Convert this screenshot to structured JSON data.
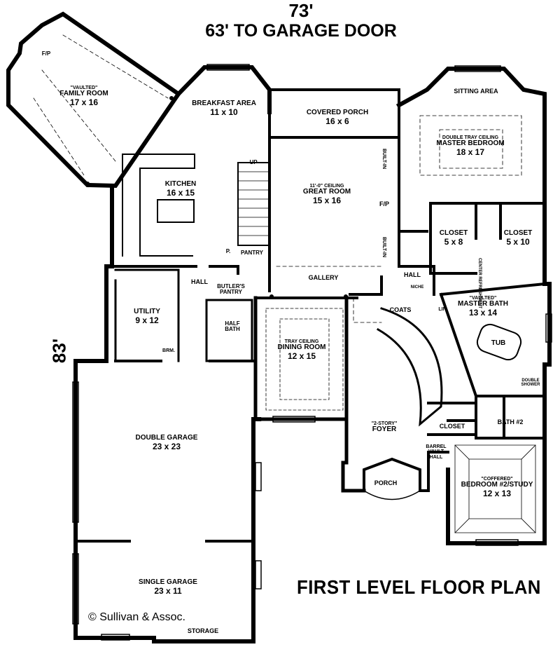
{
  "dimensions": {
    "overall_width": "73'",
    "garage_door_width": "63' TO GARAGE DOOR",
    "overall_depth": "83'"
  },
  "title": "FIRST LEVEL FLOOR PLAN",
  "copyright": "© Sullivan & Assoc.",
  "rooms": {
    "family_room": {
      "note": "\"VAULTED\"",
      "name": "FAMILY ROOM",
      "size": "17 x 16"
    },
    "fireplace_family": {
      "name": "F/P"
    },
    "breakfast": {
      "name": "BREAKFAST AREA",
      "size": "11 x 10"
    },
    "covered_porch": {
      "name": "COVERED PORCH",
      "size": "16 x 6"
    },
    "sitting_area": {
      "name": "SITTING AREA"
    },
    "master_bedroom": {
      "note": "DOUBLE TRAY CEILING",
      "name": "MASTER BEDROOM",
      "size": "18 x 17"
    },
    "kitchen": {
      "name": "KITCHEN",
      "size": "16 x 15"
    },
    "great_room": {
      "note": "11'-0\" CEILING",
      "name": "GREAT ROOM",
      "size": "15 x 16"
    },
    "fireplace_great": {
      "name": "F/P"
    },
    "closet_1": {
      "name": "CLOSET",
      "size": "5 x 8"
    },
    "closet_2": {
      "name": "CLOSET",
      "size": "5 x 10"
    },
    "pantry": {
      "name": "PANTRY"
    },
    "pantry_p": {
      "name": "P."
    },
    "gallery": {
      "name": "GALLERY"
    },
    "hall_left": {
      "name": "HALL"
    },
    "hall_right": {
      "name": "HALL"
    },
    "butlers_pantry": {
      "name": "BUTLER'S PANTRY"
    },
    "utility": {
      "name": "UTILITY",
      "size": "9 x 12"
    },
    "half_bath": {
      "name": "HALF BATH"
    },
    "broom": {
      "name": "BRM."
    },
    "dining_room": {
      "note": "TRAY CEILING",
      "name": "DINING ROOM",
      "size": "12 x 15"
    },
    "coats": {
      "name": "COATS"
    },
    "linen": {
      "name": "LIN."
    },
    "niche": {
      "name": "NICHE"
    },
    "master_bath": {
      "note": "\"VAULTED\"",
      "name": "MASTER BATH",
      "size": "13 x 14"
    },
    "tub": {
      "name": "TUB"
    },
    "double_shower": {
      "name": "DOUBLE SHOWER"
    },
    "center_refreshment": {
      "name": "CENTER REFRESHMENT"
    },
    "double_garage": {
      "name": "DOUBLE GARAGE",
      "size": "23 x 23"
    },
    "foyer": {
      "note": "\"2-STORY\"",
      "name": "FOYER"
    },
    "closet_3": {
      "name": "CLOSET"
    },
    "bath_2": {
      "name": "BATH #2"
    },
    "barrel_vault_hall": {
      "name": "BARREL VAULT HALL"
    },
    "porch": {
      "name": "PORCH"
    },
    "bedroom_2": {
      "note": "\"COFFERED\"",
      "name": "BEDROOM #2/STUDY",
      "size": "12 x 13"
    },
    "single_garage": {
      "name": "SINGLE GARAGE",
      "size": "23 x 11"
    },
    "storage": {
      "name": "STORAGE"
    },
    "stair_up": {
      "name": "UP"
    },
    "built_in_1": {
      "name": "BUILT-IN"
    },
    "built_in_2": {
      "name": "BUILT-IN"
    }
  }
}
